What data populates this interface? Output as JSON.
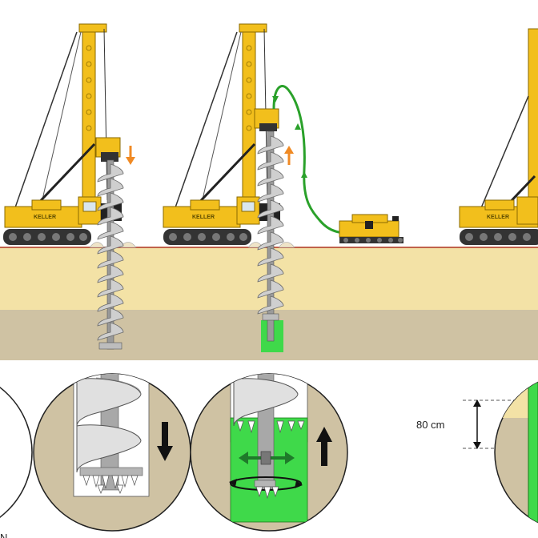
{
  "annotations": {
    "depth_label": "80 cm",
    "partial_label": "N"
  },
  "brand": {
    "rig_brand_text": "KELLER"
  },
  "colors": {
    "rig_yellow": "#f2bf1c",
    "rig_dark": "#333333",
    "ground_upper": "#f3e2a6",
    "ground_lower": "#cfc2a3",
    "surface_line": "#c0624a",
    "grout_green": "#3fd94a",
    "hose_green": "#2aa12a",
    "arrow_orange": "#f08a24",
    "detail_circle_bg": "#cfc2a3",
    "arrow_black": "#111111"
  },
  "icons": {
    "downward_arrow": "arrow-down-icon",
    "upward_arrow": "arrow-up-icon",
    "rotation_arrow": "rotation-icon",
    "horizontal_arrow": "horizontal-double-arrow-icon"
  }
}
